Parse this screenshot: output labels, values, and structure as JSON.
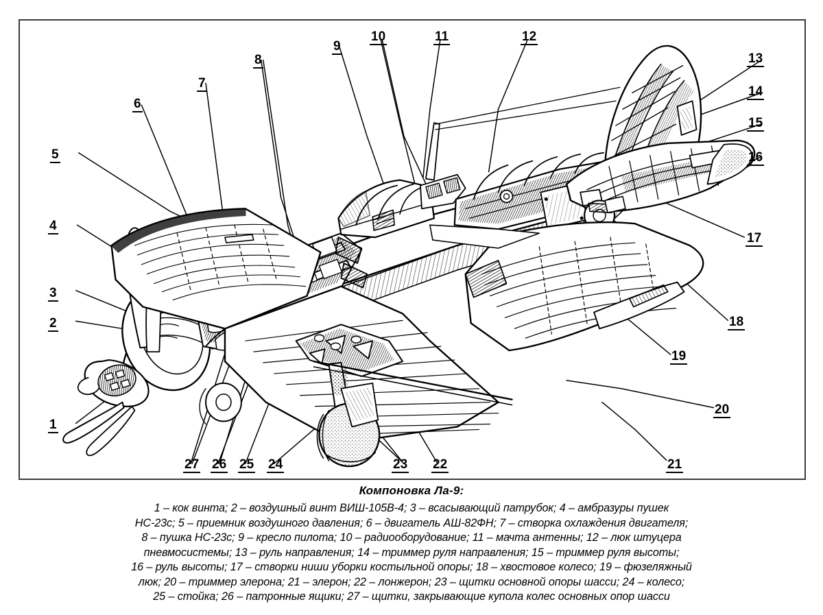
{
  "figure": {
    "title": "Компоновка Ла-9:",
    "subject": "Ла-9",
    "description": "Схема компоновки истребителя Ла-9 с нумерованными выносками",
    "frame_color": "#3a3a3a",
    "ink_color": "#000000",
    "background_color": "#ffffff"
  },
  "callouts": [
    {
      "n": "1",
      "label": "кок винта"
    },
    {
      "n": "2",
      "label": "воздушный винт ВИШ-105В-4"
    },
    {
      "n": "3",
      "label": "всасывающий патрубок"
    },
    {
      "n": "4",
      "label": "амбразуры пушек НС-23с"
    },
    {
      "n": "5",
      "label": "приемник воздушного давления"
    },
    {
      "n": "6",
      "label": "двигатель АШ-82ФН"
    },
    {
      "n": "7",
      "label": "створка охлаждения двигателя"
    },
    {
      "n": "8",
      "label": "пушка НС-23с"
    },
    {
      "n": "9",
      "label": "кресло пилота"
    },
    {
      "n": "10",
      "label": "радиооборудование"
    },
    {
      "n": "11",
      "label": "мачта антенны"
    },
    {
      "n": "12",
      "label": "люк штуцера пневмосистемы"
    },
    {
      "n": "13",
      "label": "руль направления"
    },
    {
      "n": "14",
      "label": "триммер руля направления"
    },
    {
      "n": "15",
      "label": "триммер руля высоты"
    },
    {
      "n": "16",
      "label": "руль высоты"
    },
    {
      "n": "17",
      "label": "створки ниши уборки костыльной опоры"
    },
    {
      "n": "18",
      "label": "хвостовое колесо"
    },
    {
      "n": "19",
      "label": "фюзеляжный люк"
    },
    {
      "n": "20",
      "label": "триммер элерона"
    },
    {
      "n": "21",
      "label": "элерон"
    },
    {
      "n": "22",
      "label": "лонжерон"
    },
    {
      "n": "23",
      "label": "щитки основной опоры шасси"
    },
    {
      "n": "24",
      "label": "колесо"
    },
    {
      "n": "25",
      "label": "стойка"
    },
    {
      "n": "26",
      "label": "патронные ящики"
    },
    {
      "n": "27",
      "label": "щитки, закрывающие купола колес основных опор шасси"
    }
  ],
  "caption_lines": [
    "1 – кок винта; 2 – воздушный винт ВИШ-105В-4; 3 – всасывающий патрубок; 4 – амбразуры пушек",
    "НС-23с; 5 – приемник воздушного давления; 6 – двигатель АШ-82ФН; 7 – створка охлаждения двигателя;",
    "8 – пушка НС-23с; 9 – кресло пилота; 10 – радиооборудование; 11 – мачта антенны; 12 – люк штуцера",
    "пневмосистемы; 13 – руль направления; 14 – триммер руля направления; 15 – триммер руля высоты;",
    "16 – руль высоты; 17 – створки ниши уборки костыльной опоры; 18 – хвостовое колесо; 19 – фюзеляжный",
    "люк; 20 – триммер элерона; 21 – элерон; 22 – лонжерон; 23 – щитки основной опоры шасси; 24 – колесо;",
    "25 – стойка; 26 – патронные ящики; 27 – щитки, закрывающие купола колес основных опор шасси"
  ]
}
